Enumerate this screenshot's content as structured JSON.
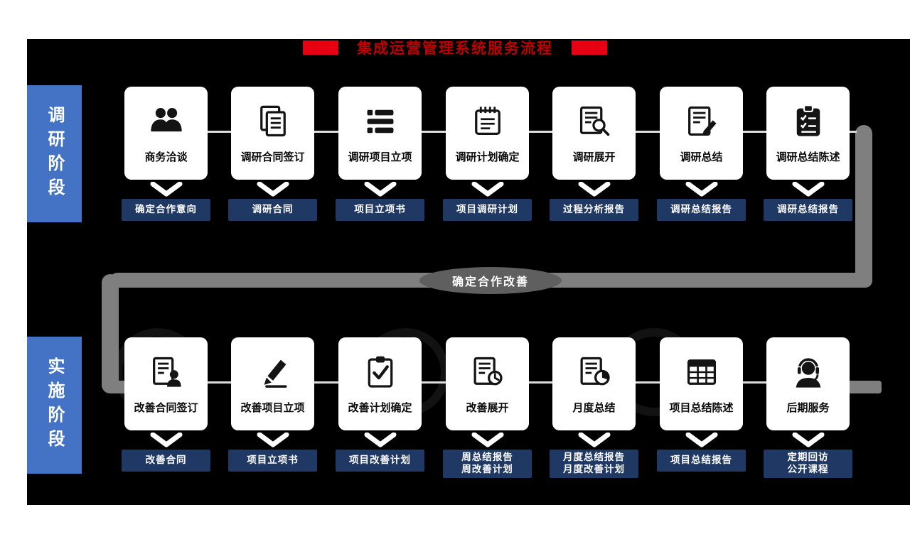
{
  "title": {
    "text": "集成运营管理系统服务流程"
  },
  "connector": {
    "label": "确定合作改善"
  },
  "colors": {
    "background": "#000000",
    "card": "#ffffff",
    "phase_label_blue": "#4472c4",
    "banner_navy": "#1f3864",
    "title_text_red": "#c00000",
    "title_accent_red": "#e60012",
    "flow_gray": "#7f7f7f",
    "ellipse_gray": "#5f5f5f"
  },
  "phases": [
    {
      "label": "调研阶段",
      "cards": [
        {
          "icon": "people-meeting-icon",
          "label": "商务洽谈",
          "outputs": [
            "确定合作意向"
          ]
        },
        {
          "icon": "documents-icon",
          "label": "调研合同签订",
          "outputs": [
            "调研合同"
          ]
        },
        {
          "icon": "list-icon",
          "label": "调研项目立项",
          "outputs": [
            "项目立项书"
          ]
        },
        {
          "icon": "notepad-icon",
          "label": "调研计划确定",
          "outputs": [
            "项目调研计划"
          ]
        },
        {
          "icon": "document-search-icon",
          "label": "调研展开",
          "outputs": [
            "过程分析报告"
          ]
        },
        {
          "icon": "document-edit-icon",
          "label": "调研总结",
          "outputs": [
            "调研总结报告"
          ]
        },
        {
          "icon": "clipboard-checklist-icon",
          "label": "调研总结陈述",
          "outputs": [
            "调研总结报告"
          ]
        }
      ]
    },
    {
      "label": "实施阶段",
      "cards": [
        {
          "icon": "contract-person-icon",
          "label": "改善合同签订",
          "outputs": [
            "改善合同"
          ]
        },
        {
          "icon": "pen-signature-icon",
          "label": "改善项目立项",
          "outputs": [
            "项目立项书"
          ]
        },
        {
          "icon": "clipboard-check-icon",
          "label": "改善计划确定",
          "outputs": [
            "项目改善计划"
          ]
        },
        {
          "icon": "document-clock-icon",
          "label": "改善展开",
          "outputs": [
            "周总结报告",
            "周改善计划"
          ]
        },
        {
          "icon": "document-piechart-icon",
          "label": "月度总结",
          "outputs": [
            "月度总结报告",
            "月度改善计划"
          ]
        },
        {
          "icon": "table-grid-icon",
          "label": "项目总结陈述",
          "outputs": [
            "项目总结报告"
          ]
        },
        {
          "icon": "headset-icon",
          "label": "后期服务",
          "outputs": [
            "定期回访",
            "公开课程"
          ]
        }
      ]
    }
  ]
}
